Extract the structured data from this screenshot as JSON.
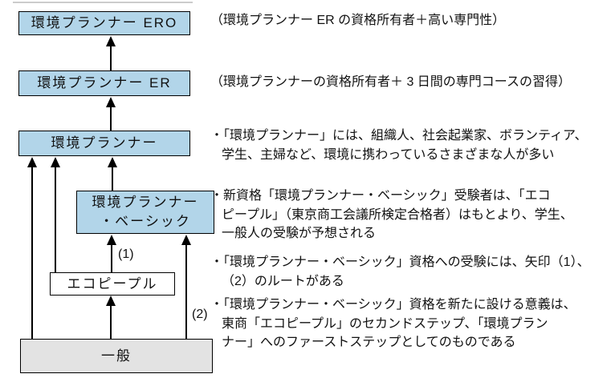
{
  "diagram": {
    "boxes": {
      "ero": {
        "label": "環境プランナー ERO"
      },
      "er": {
        "label": "環境プランナー ER"
      },
      "planner": {
        "label": "環境プランナー"
      },
      "basic": {
        "lines": [
          "環境プランナー",
          "・ベーシック"
        ]
      },
      "eco": {
        "label": "エコピープル"
      },
      "general": {
        "label": "一般"
      }
    },
    "route_labels": {
      "r1": "(1)",
      "r2": "(2)"
    },
    "colors": {
      "box_blue": "#b2d5e9",
      "box_gray": "#e3e3e3",
      "box_white": "#ffffff",
      "line_black": "#000000"
    }
  },
  "notes": {
    "ero_note": "（環境プランナー ER の資格所有者＋高い専門性）",
    "er_note": "（環境プランナーの資格所有者＋ 3 日間の専門コースの習得）"
  },
  "bullets": {
    "b1": [
      "・「環境プランナー」には、組織人、社会起業家、ボランティア、",
      "学生、主婦など、環境に携わっているさまざまな人が多い"
    ],
    "b2": [
      "・新資格「環境プランナー・ベーシック」受験者は、「エコ",
      "ピープル」（東京商工会議所検定合格者）はもとより、学生、",
      "一般人の受験が予想される"
    ],
    "b3": [
      "・「環境プランナー・ベーシック」資格への受験には、矢印（1）、",
      "（2）のルートがある"
    ],
    "b4": [
      "・「環境プランナー・ベーシック」資格を新たに設ける意義は、",
      "東商「エコピープル」のセカンドステップ、「環境プラン",
      "ナー」へのファーストステップとしてのものである"
    ]
  }
}
